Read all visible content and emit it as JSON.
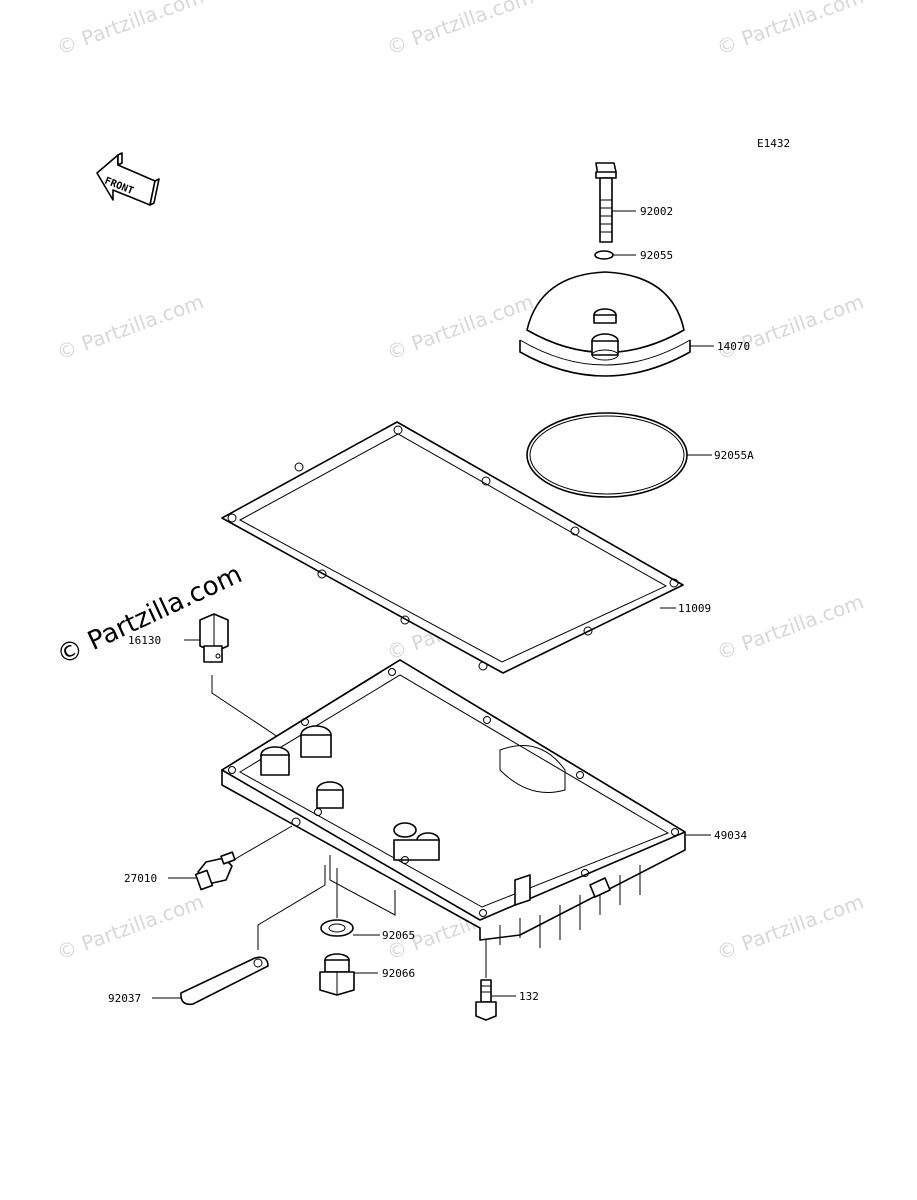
{
  "diagram_code": "E1432",
  "front_arrow_label": "FRONT",
  "watermark_text": "© Partzilla.com",
  "parts": [
    {
      "id": "92002",
      "label": "92002"
    },
    {
      "id": "92055",
      "label": "92055"
    },
    {
      "id": "14070",
      "label": "14070"
    },
    {
      "id": "92055A",
      "label": "92055A"
    },
    {
      "id": "11009",
      "label": "11009"
    },
    {
      "id": "16130",
      "label": "16130"
    },
    {
      "id": "49034",
      "label": "49034"
    },
    {
      "id": "27010",
      "label": "27010"
    },
    {
      "id": "92065",
      "label": "92065"
    },
    {
      "id": "92066",
      "label": "92066"
    },
    {
      "id": "132",
      "label": "132"
    },
    {
      "id": "92037",
      "label": "92037"
    }
  ]
}
